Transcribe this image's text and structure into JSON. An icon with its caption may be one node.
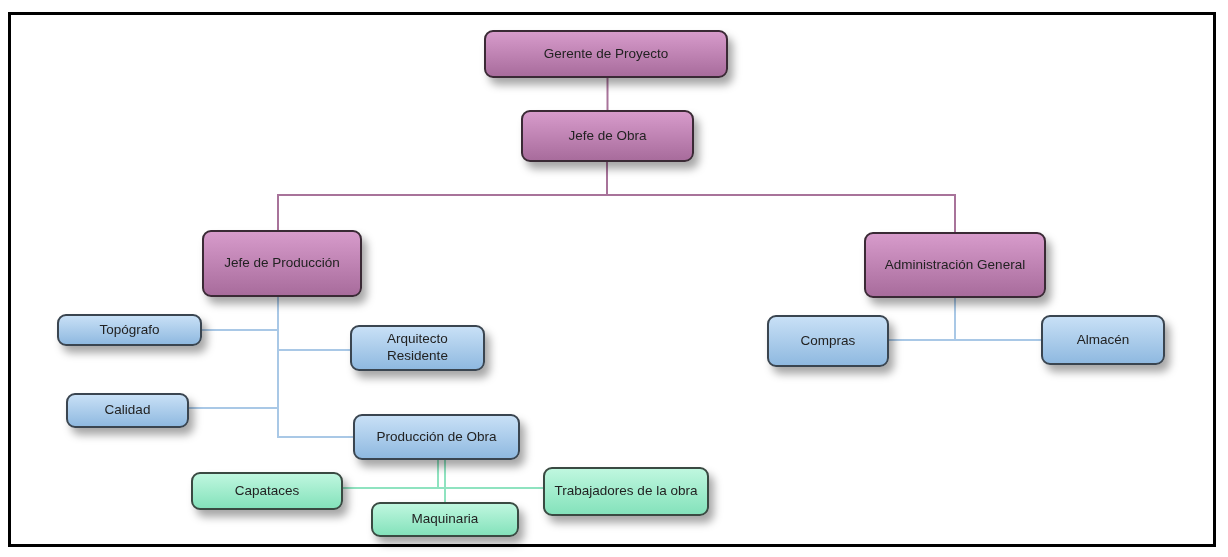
{
  "diagram": {
    "nodes": [
      {
        "text": [
          "Gerente de Proyecto"
        ]
      },
      {
        "text": [
          "Jefe de Obra"
        ]
      },
      {
        "text": [
          "Jefe de Producción"
        ]
      },
      {
        "text": [
          "Administración General"
        ]
      },
      {
        "text": [
          "Topógrafo"
        ]
      },
      {
        "text": [
          "Arquitecto Residente"
        ]
      },
      {
        "text": [
          "Calidad"
        ]
      },
      {
        "text": [
          "Producción de Obra"
        ]
      },
      {
        "text": [
          "Compras"
        ]
      },
      {
        "text": [
          "Almacén"
        ]
      },
      {
        "text": [
          "Capataces"
        ]
      },
      {
        "text": [
          "Maquinaria"
        ]
      },
      {
        "text": [
          "Trabajadores de la obra"
        ]
      }
    ],
    "edges": [
      {
        "from": 0,
        "to": 1,
        "arrow": "none",
        "color": "#a8739a"
      },
      {
        "from": 1,
        "to": 2,
        "arrow": "none",
        "color": "#a8739a"
      },
      {
        "from": 1,
        "to": 3,
        "arrow": "none",
        "color": "#a8739a"
      },
      {
        "from": 2,
        "to": 4,
        "arrow": "none"
      },
      {
        "from": 2,
        "to": 5,
        "arrow": "none"
      },
      {
        "from": 2,
        "to": 6,
        "arrow": "none"
      },
      {
        "from": 2,
        "to": 7,
        "arrow": "none"
      },
      {
        "from": 3,
        "to": 8,
        "arrow": "none"
      },
      {
        "from": 3,
        "to": 9,
        "arrow": "none"
      },
      {
        "from": 7,
        "to": 10,
        "arrow": "none",
        "color": "#8fe3c0"
      },
      {
        "from": 7,
        "to": 11,
        "arrow": "none",
        "color": "#8fe3c0"
      },
      {
        "from": 7,
        "to": 12,
        "arrow": "none",
        "color": "#8fe3c0"
      }
    ]
  }
}
